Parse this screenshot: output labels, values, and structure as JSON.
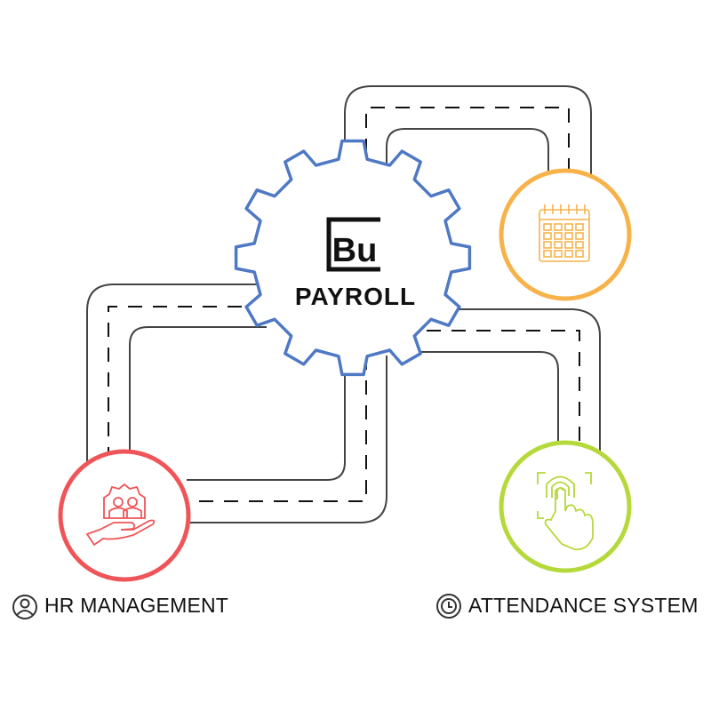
{
  "center": {
    "logo_text": "Bu",
    "title": "PAYROLL"
  },
  "nodes": [
    {
      "id": "calendar",
      "icon": "calendar-icon",
      "color": "#f7b24a"
    },
    {
      "id": "hr",
      "icon": "hand-team-gear-icon",
      "color": "#ef5558",
      "label": "HR MANAGEMENT",
      "label_icon": "user-icon"
    },
    {
      "id": "attendance",
      "icon": "fingerprint-touch-icon",
      "color": "#b5d93a",
      "label": "ATTENDANCE SYSTEM",
      "label_icon": "clock-icon"
    }
  ],
  "gear_color": "#4f79c4"
}
